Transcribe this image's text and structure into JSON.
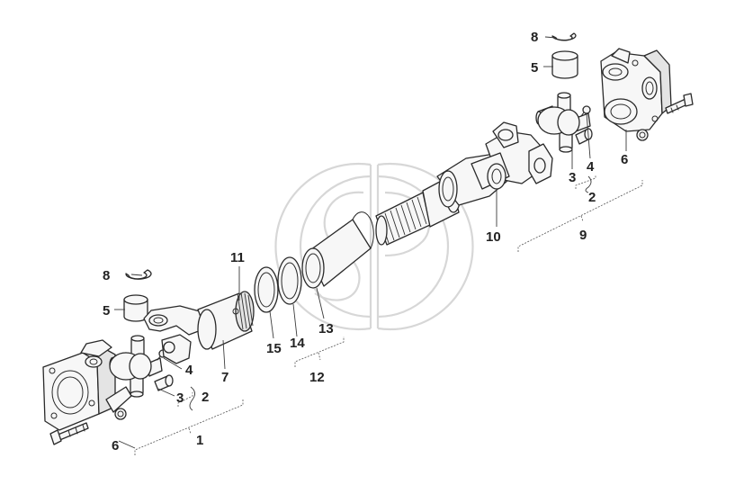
{
  "colors": {
    "line": "#2a2a2a",
    "fill": "#f7f7f7",
    "watermark": "#d7d7d7",
    "background": "#ffffff"
  },
  "watermark": {
    "icon": "gs-logo-watermark-icon"
  },
  "callouts": {
    "left_assembly": "1",
    "left_cross_kit": "2",
    "left_bearing_cap": "3",
    "left_grease_nipple": "4",
    "left_bearing_cup": "5",
    "left_flange_yoke": "6",
    "left_circlip": "8",
    "sleeve_yoke": "7",
    "boot": "11",
    "seal_kit": "12",
    "sleeve_tube": "13",
    "seal_ring": "14",
    "retaining_ring": "15",
    "right_assembly": "9",
    "slip_yoke": "10",
    "right_cross_kit": "2",
    "right_bearing_cap": "3",
    "right_grease_nipple": "4",
    "right_bearing_cup": "5",
    "right_flange_yoke": "6",
    "right_circlip": "8"
  }
}
